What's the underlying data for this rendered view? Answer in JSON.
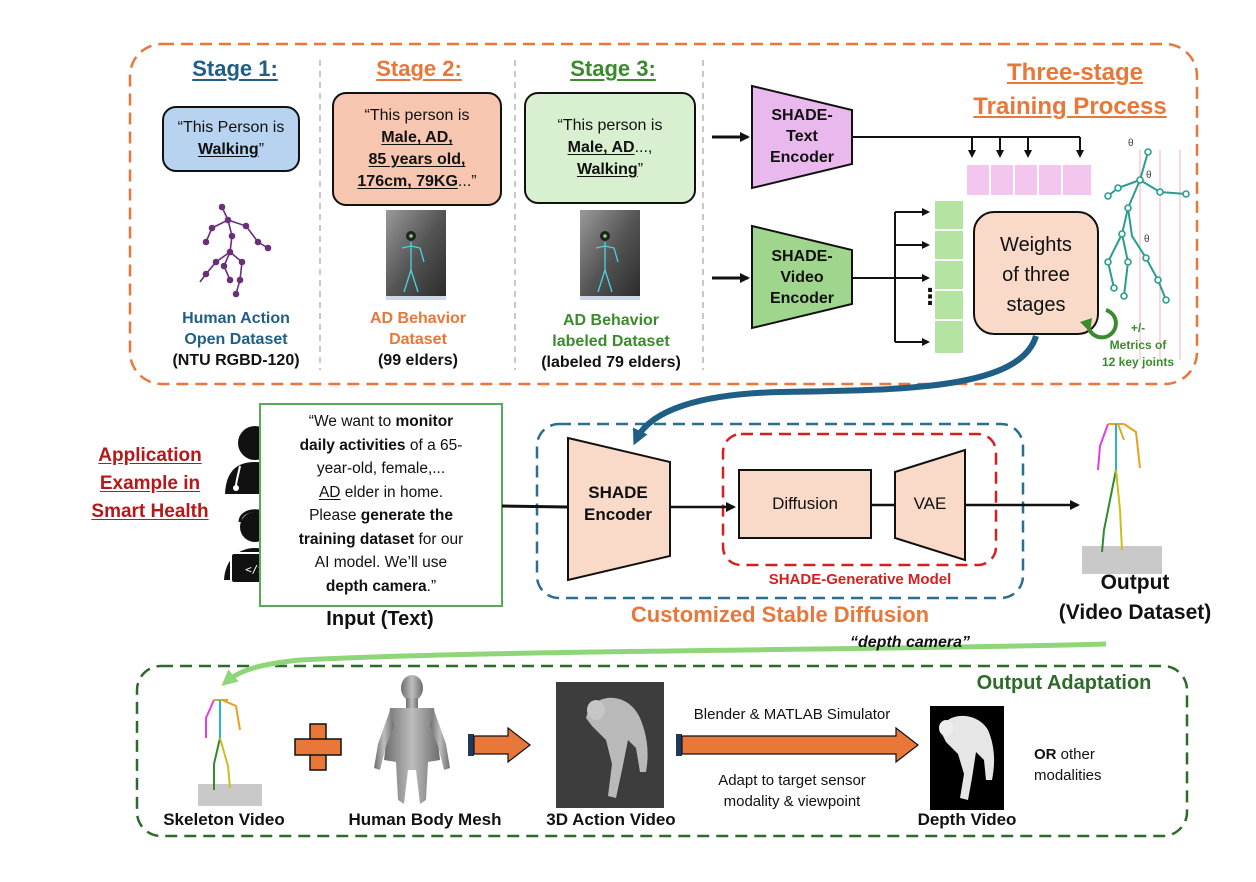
{
  "colors": {
    "stage1": "#1f5f86",
    "stage2": "#e8773a",
    "stage3": "#3c8a2e",
    "orange_dash": "#e8773a",
    "green_dash": "#2e6b2b",
    "blue_dash": "#2a6f8f",
    "red_dash": "#d62020",
    "text_encoder": "#e9b8ec",
    "video_encoder": "#9fd58c",
    "peach": "#f9d9c8",
    "bubble_blue": "#b8d3ef",
    "bubble_orange": "#f6c6b0",
    "bubble_green": "#d8f0cf",
    "dark_red": "#b51818",
    "arrow_orange": "#e8773a",
    "arrow_green": "#8fd67a",
    "arrow_teal": "#1f5f86"
  },
  "training": {
    "title_line1": "Three-stage",
    "title_line2": "Training Process",
    "stage1": {
      "title": "Stage 1:",
      "quote_pre": "“This Person is ",
      "quote_bold": "Walking",
      "quote_post": "”",
      "dataset_line1": "Human Action",
      "dataset_line2": "Open Dataset",
      "dataset_sub": "(NTU RGBD-120)"
    },
    "stage2": {
      "title": "Stage 2:",
      "quote_line1": "“This person is",
      "quote_line2": "Male, AD,",
      "quote_line3": "85 years old,",
      "quote_line4": "176cm, 79KG",
      "quote_line4_tail": "...”",
      "dataset_line1": "AD Behavior",
      "dataset_line2": "Dataset",
      "dataset_sub": "(99 elders)"
    },
    "stage3": {
      "title": "Stage 3:",
      "quote_line1": "“This person is",
      "quote_line2": "Male, AD",
      "quote_line2_tail": "...,",
      "quote_line3": "Walking",
      "quote_line3_tail": "”",
      "dataset_line1": "AD Behavior",
      "dataset_line2": "labeled Dataset",
      "dataset_sub": "(labeled 79 elders)"
    },
    "text_encoder_line1": "SHADE-",
    "text_encoder_line2": "Text",
    "text_encoder_line3": "Encoder",
    "video_encoder_line1": "SHADE-",
    "video_encoder_line2": "Video",
    "video_encoder_line3": "Encoder",
    "ellipsis": "⋮",
    "weights_line1": "Weights",
    "weights_line2": "of three",
    "weights_line3": "stages",
    "theta": "θ",
    "metrics_line1": "+/-",
    "metrics_line2": "Metrics of",
    "metrics_line3": "12 key joints"
  },
  "application": {
    "label_line1": "Application",
    "label_line2": "Example in",
    "label_line3": "Smart Health",
    "input_text": {
      "l1_pre": "“We want to ",
      "l1_bold": "monitor",
      "l2_bold": "daily activities",
      "l2_post": " of a 65-",
      "l3": "year-old, female,...",
      "l4_u": "AD",
      "l4_post": " elder in home.",
      "l5_pre": "Please ",
      "l5_bold": "generate the",
      "l6_bold": "training dataset",
      "l6_post": " for our",
      "l7": "AI model. We’ll use",
      "l8_bold": "depth camera",
      "l8_post": ".”"
    },
    "input_caption": "Input (Text)",
    "encoder_line1": "SHADE",
    "encoder_line2": "Encoder",
    "diffusion": "Diffusion",
    "vae": "VAE",
    "generative_model": "SHADE-Generative Model",
    "customized": "Customized Stable Diffusion",
    "output_line1": "Output",
    "output_line2": "(Video Dataset)",
    "depth_camera_quote": "“depth camera”"
  },
  "adaptation": {
    "title": "Output Adaptation",
    "plus": "+",
    "skeleton_video": "Skeleton Video",
    "body_mesh": "Human Body Mesh",
    "action_video": "3D Action Video",
    "simulator": "Blender & MATLAB Simulator",
    "adapt_line1": "Adapt to target sensor",
    "adapt_line2": "modality & viewpoint",
    "depth_video": "Depth Video",
    "or_bold": "OR",
    "or_rest": " other",
    "or_line2": "modalities"
  }
}
